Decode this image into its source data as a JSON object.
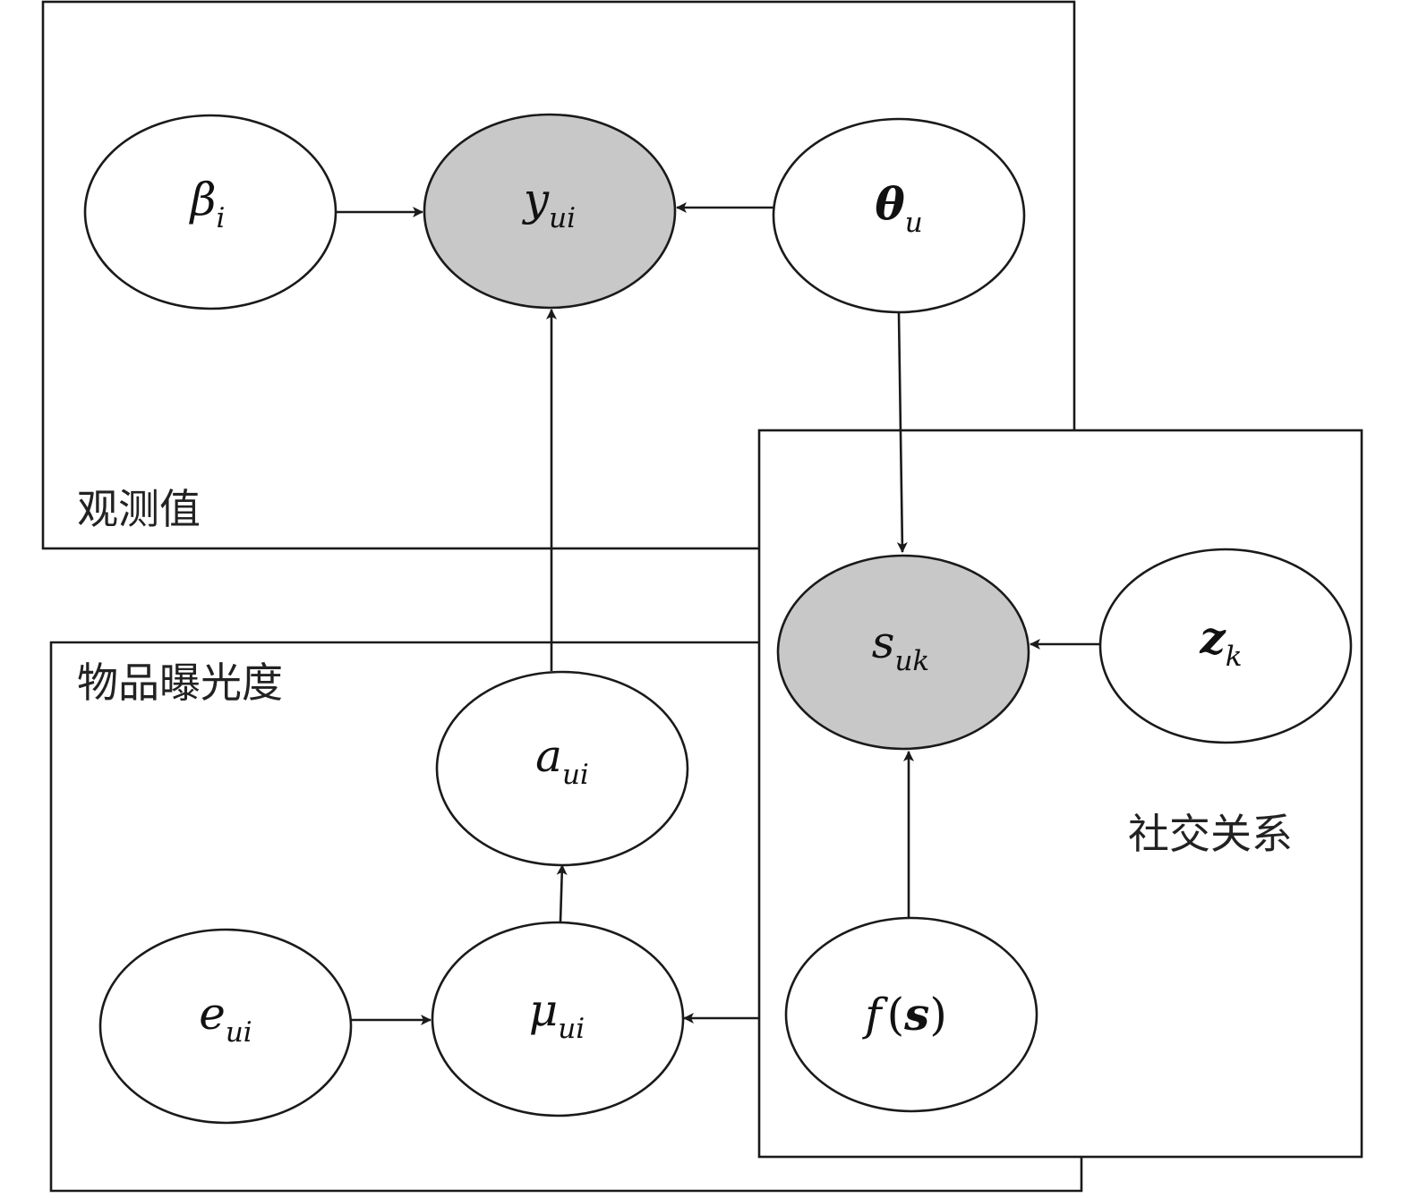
{
  "plates": [
    {
      "id": "observed",
      "label": "观测值"
    },
    {
      "id": "exposure",
      "label": "物品曝光度"
    },
    {
      "id": "social",
      "label": "社交关系"
    }
  ],
  "nodes": [
    {
      "id": "beta",
      "main": "β",
      "sub": "i",
      "bold": false,
      "observed": false
    },
    {
      "id": "y",
      "main": "y",
      "sub": "ui",
      "bold": false,
      "observed": true
    },
    {
      "id": "theta",
      "main": "θ",
      "sub": "u",
      "bold": true,
      "observed": false
    },
    {
      "id": "s",
      "main": "s",
      "sub": "uk",
      "bold": false,
      "observed": true
    },
    {
      "id": "z",
      "main": "z",
      "sub": "k",
      "bold": true,
      "observed": false
    },
    {
      "id": "a",
      "main": "a",
      "sub": "ui",
      "bold": false,
      "observed": false
    },
    {
      "id": "e",
      "main": "e",
      "sub": "ui",
      "bold": false,
      "observed": false
    },
    {
      "id": "mu",
      "main": "μ",
      "sub": "ui",
      "bold": false,
      "observed": false
    },
    {
      "id": "fs",
      "main": "f",
      "arg": "s",
      "paren_open": "(",
      "paren_close": ")",
      "observed": false
    }
  ],
  "edges": [
    {
      "from": "beta",
      "to": "y"
    },
    {
      "from": "theta",
      "to": "y"
    },
    {
      "from": "a",
      "to": "y"
    },
    {
      "from": "theta",
      "to": "s"
    },
    {
      "from": "z",
      "to": "s"
    },
    {
      "from": "fs",
      "to": "s"
    },
    {
      "from": "mu",
      "to": "a"
    },
    {
      "from": "e",
      "to": "mu"
    },
    {
      "from": "fs",
      "to": "mu"
    }
  ],
  "colors": {
    "observed_fill": "#c8c8c8",
    "latent_fill": "#ffffff",
    "stroke": "#1a1a1a"
  }
}
